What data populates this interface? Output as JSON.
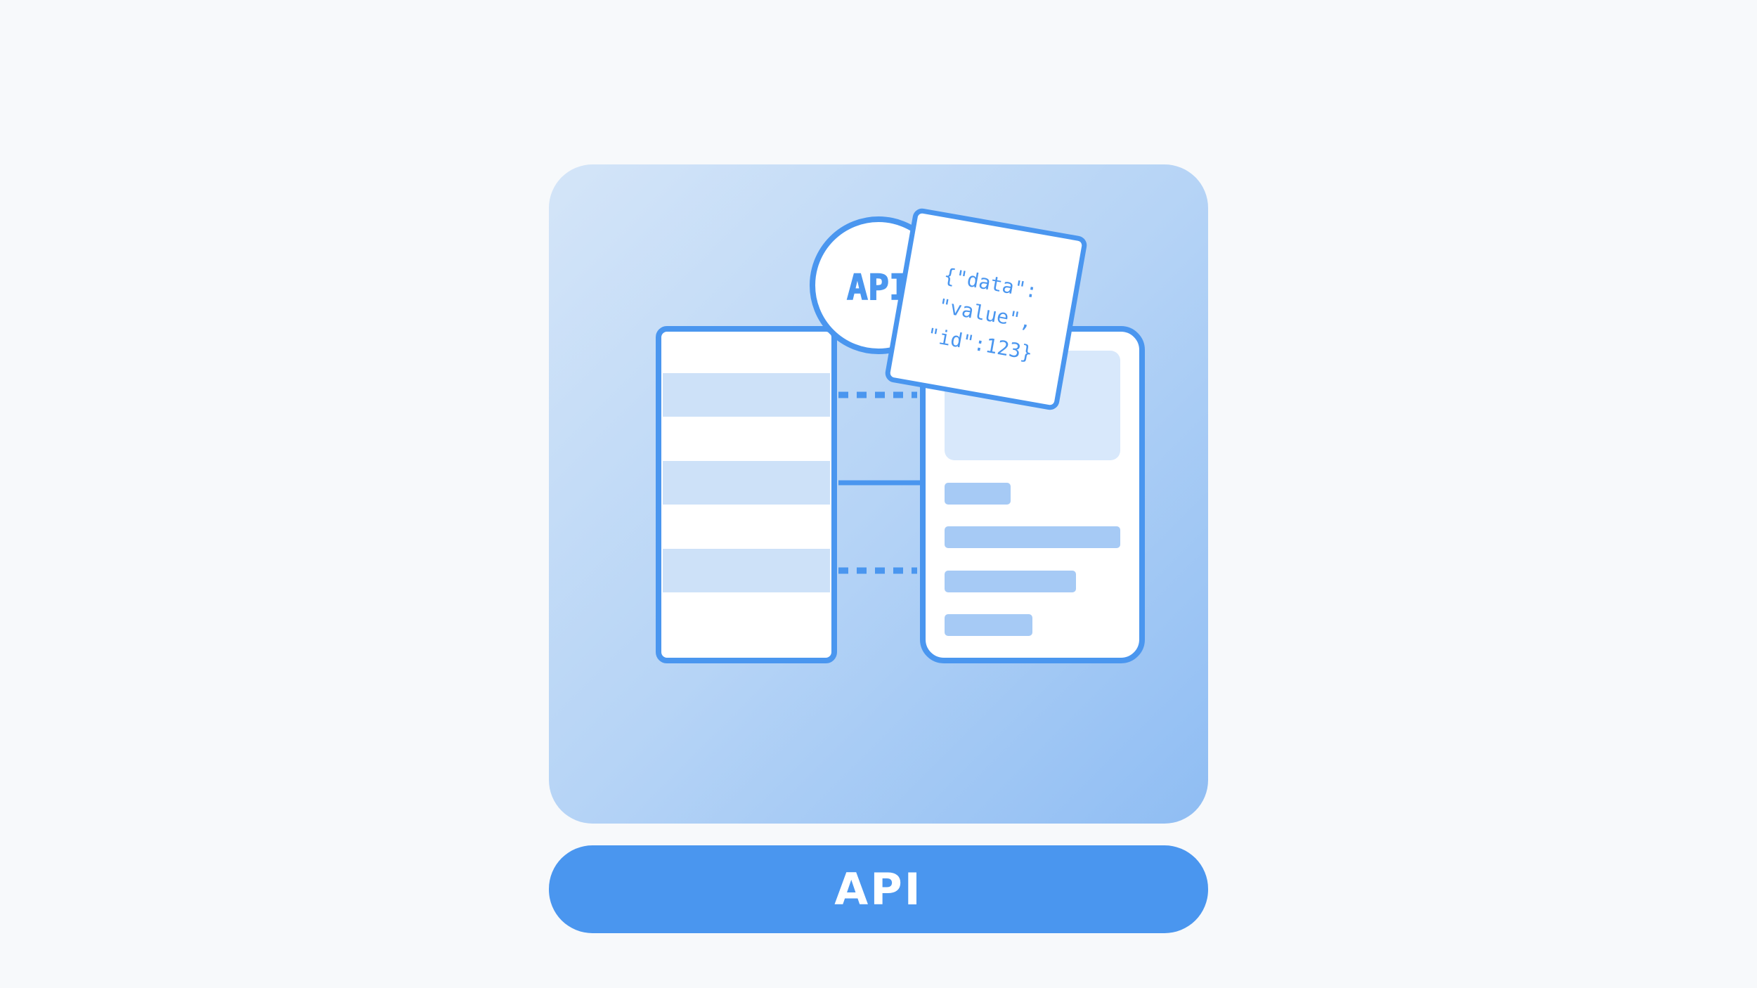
{
  "illustration": {
    "badge_text": "API",
    "json_lines": [
      "{\"data\":",
      "\"value\",",
      "\"id\":123}"
    ],
    "colors": {
      "stroke": "#4a96ef",
      "stripe": "#cde1f8",
      "bar": "#a6caf5",
      "image_placeholder": "#d8e8fb",
      "json_text": "#4a96ef"
    }
  },
  "label": {
    "text": "API",
    "background": "#4a96ef"
  }
}
